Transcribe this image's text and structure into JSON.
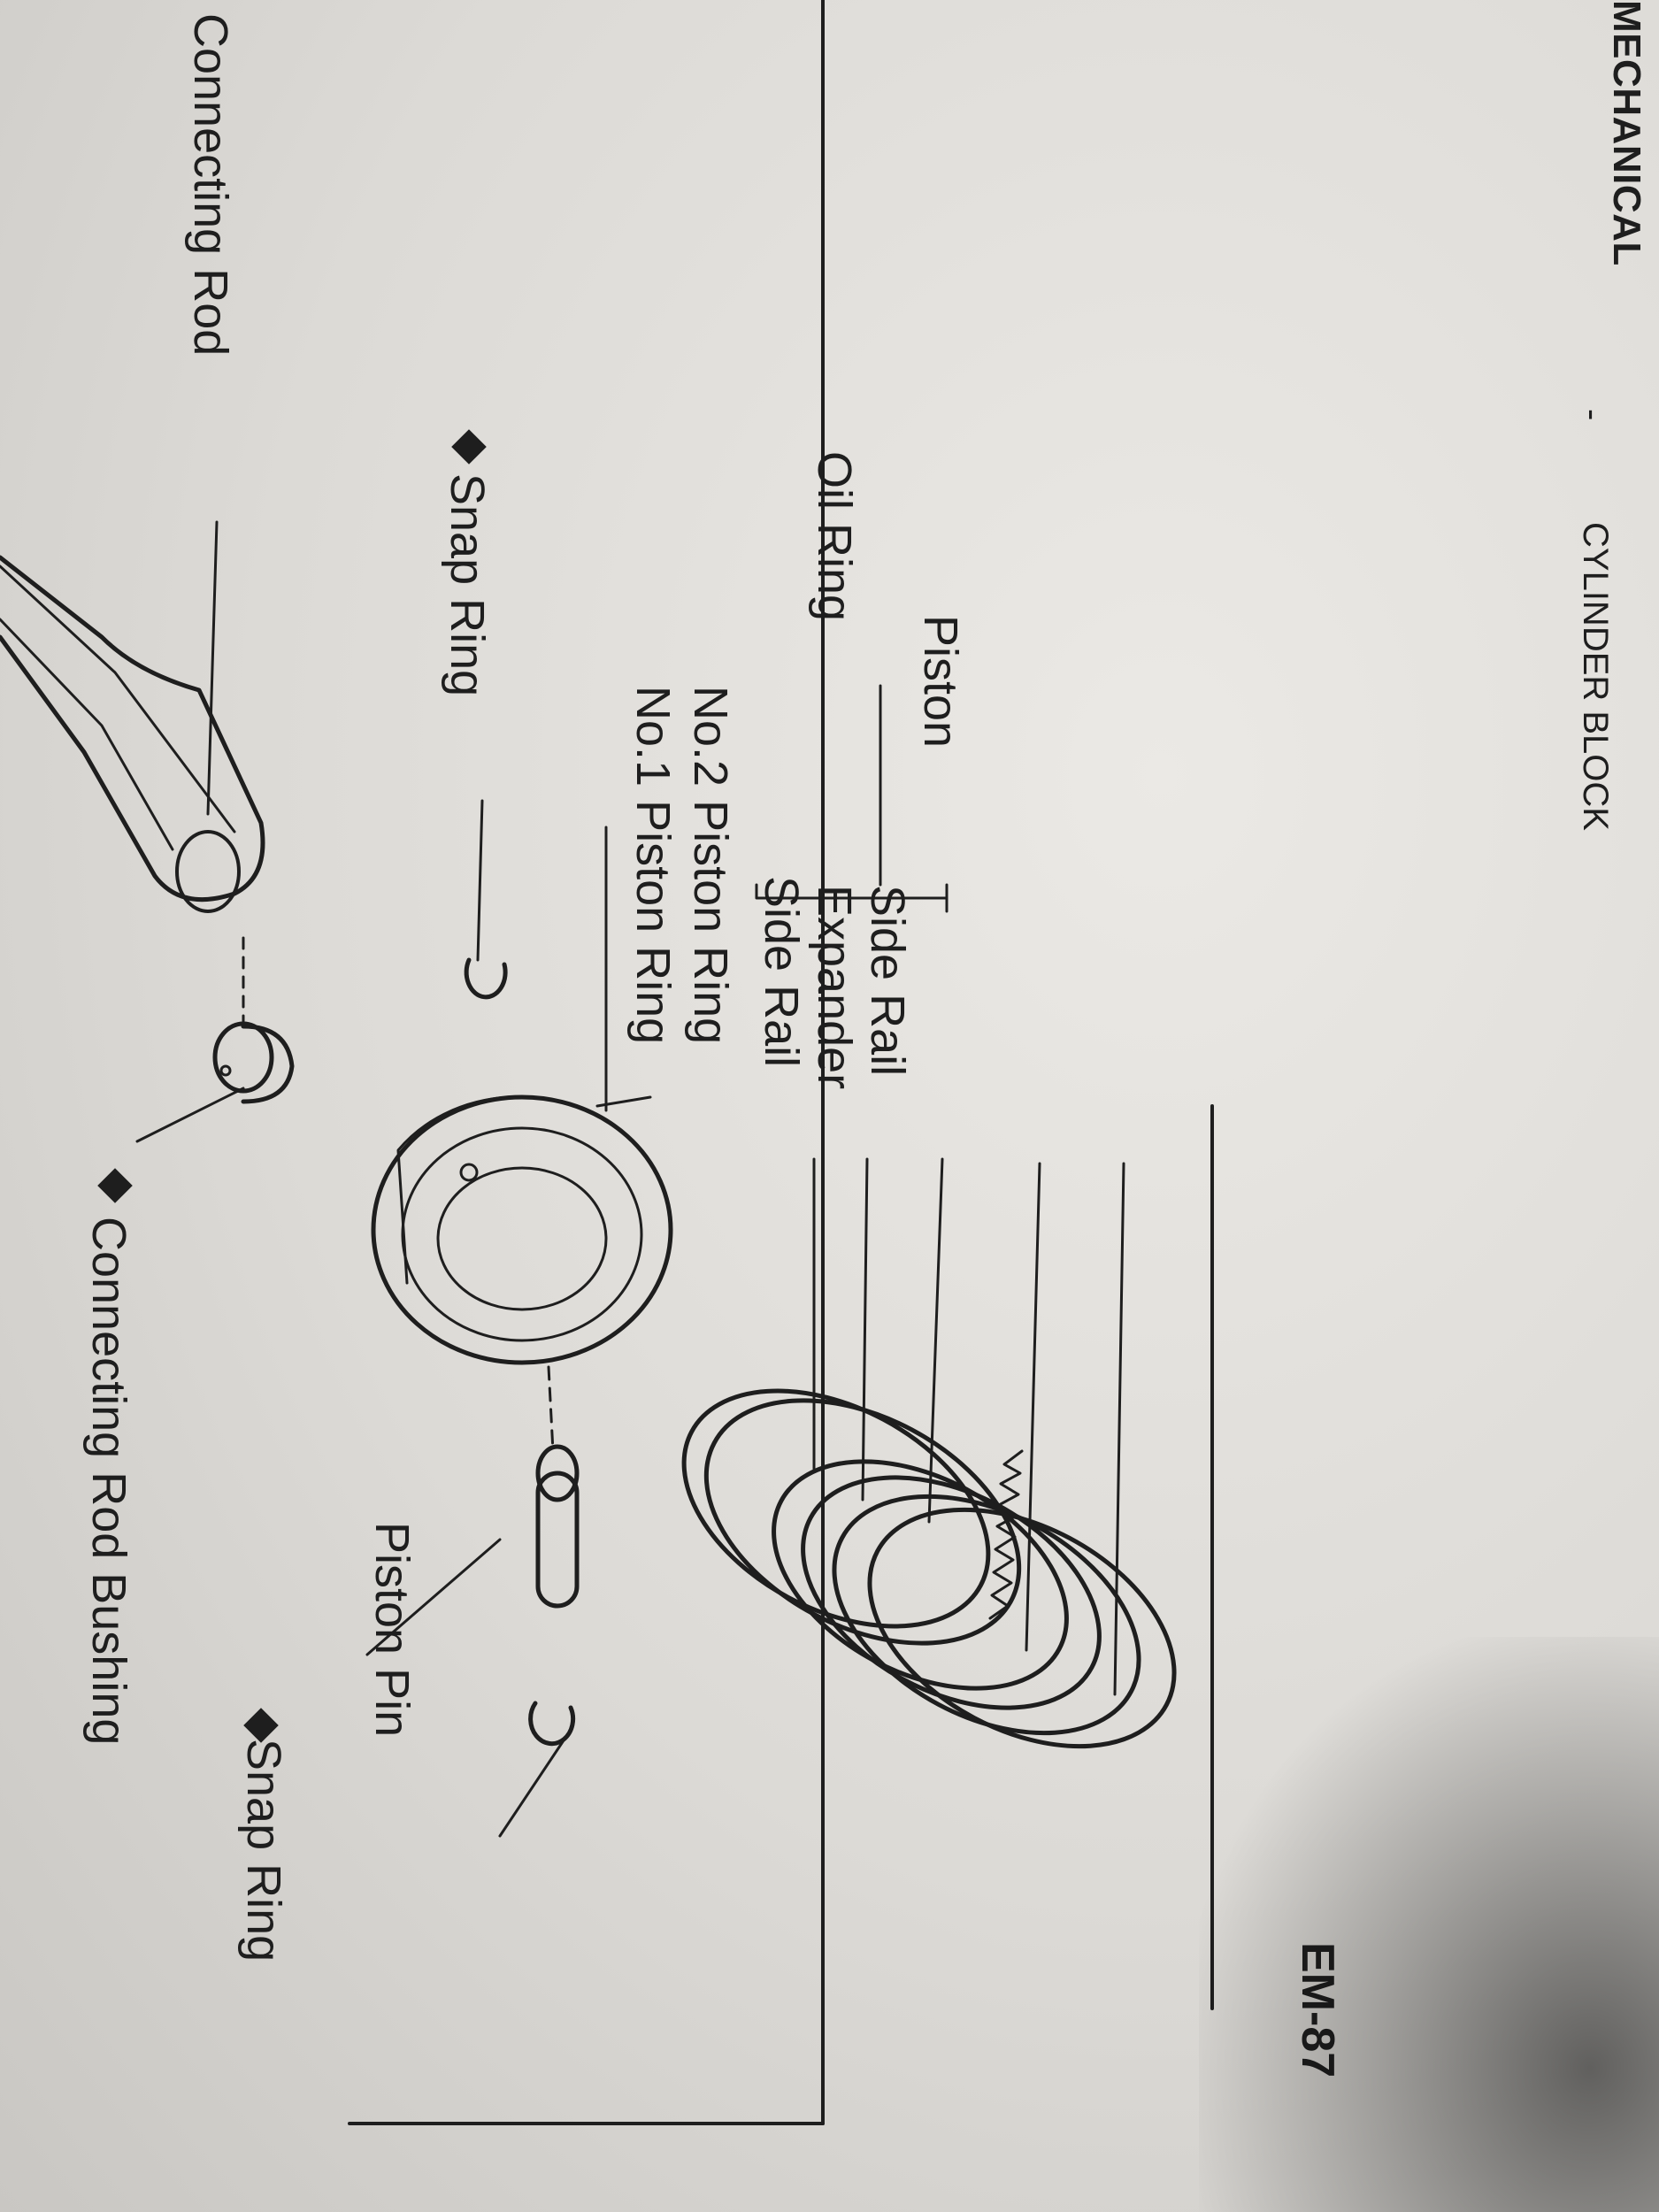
{
  "header": {
    "section": "MECHANICAL",
    "separator": "-",
    "subsection": "CYLINDER BLOCK",
    "page_number": "EM-87"
  },
  "labels": {
    "no1_piston_ring": "No.1 Piston Ring",
    "no2_piston_ring": "No.2 Piston Ring",
    "side_rail_top": "Side Rail",
    "expander": "Expander",
    "side_rail_bottom": "Side Rail",
    "oil_ring": "Oil Ring",
    "piston": "Piston",
    "snap_ring_left": "Snap Ring",
    "snap_ring_right": "Snap Ring",
    "piston_pin": "Piston Pin",
    "connecting_rod": "Connecting Rod",
    "connecting_rod_bushing": "Connecting Rod Bushing"
  },
  "colors": {
    "ink": "#1e1e1e",
    "paper": "#e4e2de"
  },
  "icons": [
    "diamond-bullet-icon"
  ]
}
